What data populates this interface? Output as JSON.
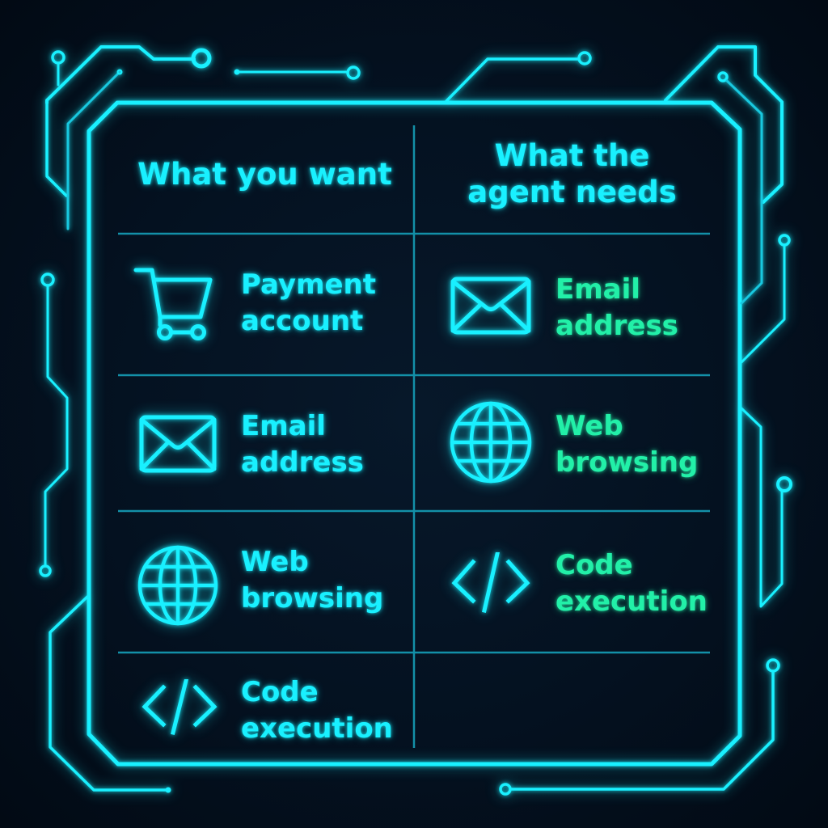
{
  "colors": {
    "background": "#041120",
    "frame": "#19f0ff",
    "grid_lines": "#1390a8",
    "left_text": "#19f0ff",
    "right_text": "#22f0a8"
  },
  "table": {
    "headers": [
      {
        "lines": [
          "What you want"
        ]
      },
      {
        "lines": [
          "What the",
          "agent needs"
        ]
      }
    ],
    "left_column": [
      {
        "icon": "shopping-cart-icon",
        "lines": [
          "Payment",
          "account"
        ]
      },
      {
        "icon": "envelope-icon",
        "lines": [
          "Email",
          "address"
        ]
      },
      {
        "icon": "globe-icon",
        "lines": [
          "Web",
          "browsing"
        ]
      },
      {
        "icon": "code-brackets-icon",
        "lines": [
          "Code",
          "execution"
        ]
      }
    ],
    "right_column": [
      {
        "icon": "envelope-icon",
        "lines": [
          "Email",
          "address"
        ]
      },
      {
        "icon": "globe-icon",
        "lines": [
          "Web",
          "browsing"
        ]
      },
      {
        "icon": "code-brackets-icon",
        "lines": [
          "Code",
          "execution"
        ]
      },
      null
    ]
  }
}
